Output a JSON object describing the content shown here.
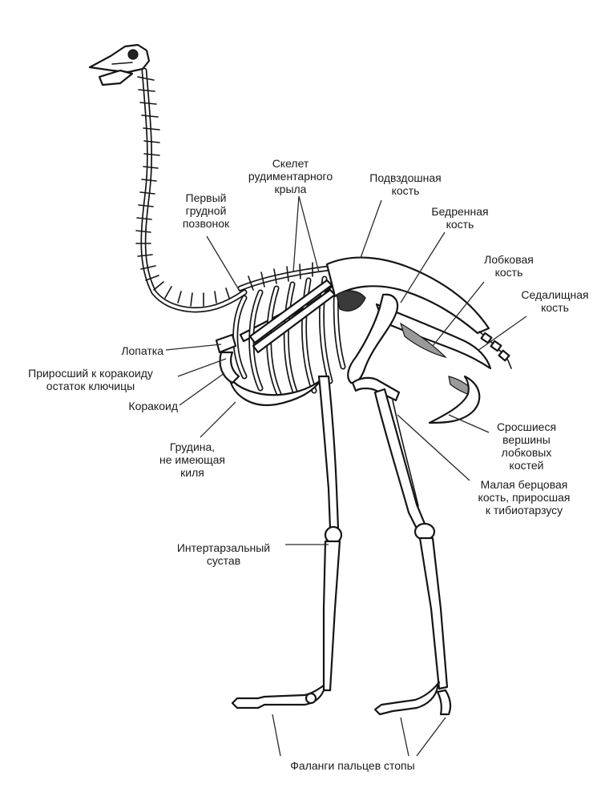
{
  "labels": {
    "wing_skeleton": [
      "Скелет",
      "рудиментарного",
      "крыла"
    ],
    "ilium": [
      "Подвздошная",
      "кость"
    ],
    "first_thoracic_vertebra": [
      "Первый",
      "грудной",
      "позвонок"
    ],
    "femur": [
      "Бедренная",
      "кость"
    ],
    "pubis": [
      "Лобковая",
      "кость"
    ],
    "ischium": [
      "Седалищная",
      "кость"
    ],
    "scapula": [
      "Лопатка"
    ],
    "clavicle_remnant": [
      "Приросший к коракоиду",
      "остаток ключицы"
    ],
    "coracoid": [
      "Коракоид"
    ],
    "sternum": [
      "Грудина,",
      "не имеющая",
      "киля"
    ],
    "pubic_tips": [
      "Сросшиеся",
      "вершины",
      "лобковых",
      "костей"
    ],
    "fibula": [
      "Малая берцовая",
      "кость, приросшая",
      "к тибиотарзусу"
    ],
    "intertarsal_joint": [
      "Интертарзальный",
      "сустав"
    ],
    "toe_phalanges": [
      "Фаланги пальцев стопы"
    ]
  }
}
